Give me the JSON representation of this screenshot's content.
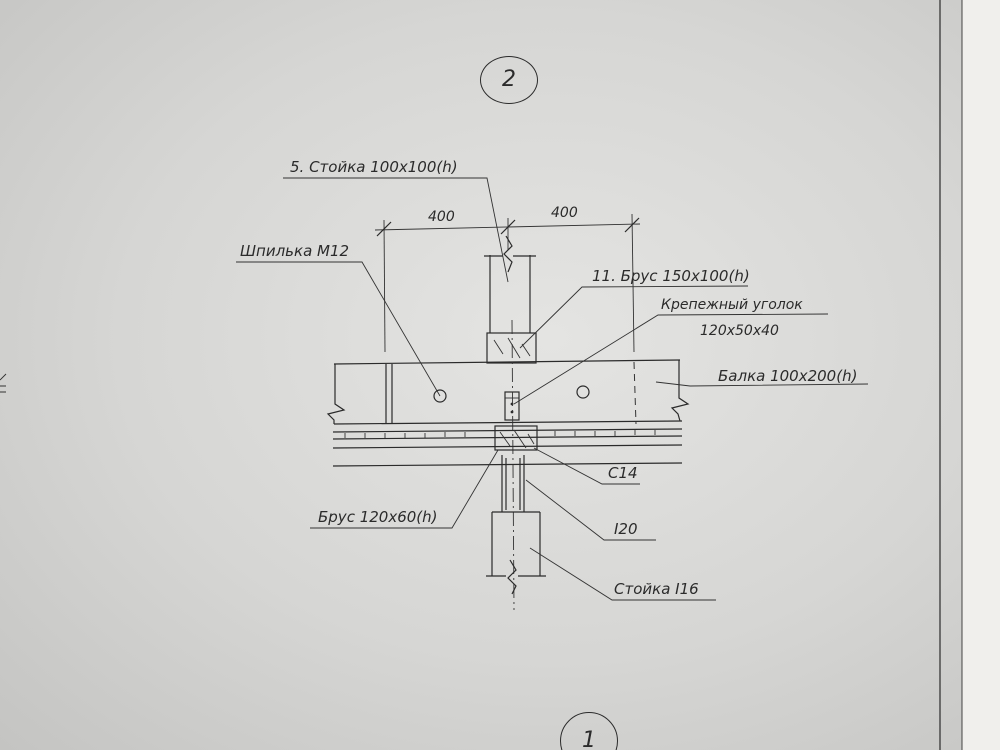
{
  "views": {
    "top": "2",
    "bottom": "1"
  },
  "dimensions": {
    "left": "400",
    "right": "400"
  },
  "labels": {
    "post_top": "5. Стойка 100х100(h)",
    "stud": "Шпилька М12",
    "timber_150": "11. Брус 150х100(h)",
    "angle_line1": "Крепежный уголок",
    "angle_line2": "120х50х40",
    "beam": "Балка 100х200(h)",
    "channel": "С14",
    "ibeam": "I20",
    "timber_120": "Брус 120х60(h)",
    "post_bottom": "Стойка I16"
  }
}
